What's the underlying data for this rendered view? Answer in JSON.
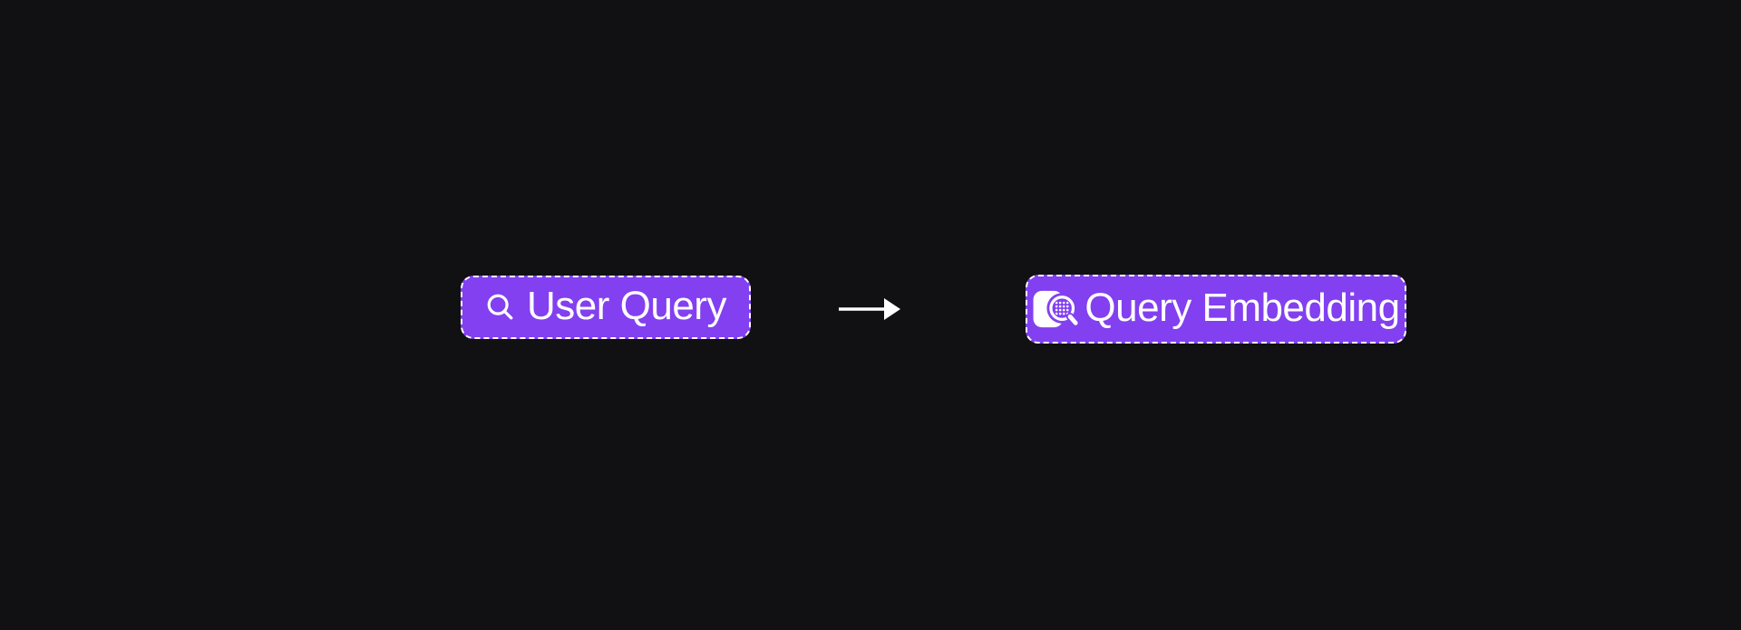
{
  "colors": {
    "canvas_bg": "#111113",
    "node_fill": "#8240f0",
    "node_border": "#ffffff",
    "text_color": "#ffffff",
    "arrow_color": "#ffffff"
  },
  "diagram": {
    "nodes": [
      {
        "id": "user-query",
        "label": "User Query",
        "icon": "search-icon"
      },
      {
        "id": "query-embedding",
        "label": "Query Embedding",
        "icon": "embedding-search-icon"
      }
    ],
    "connector": {
      "kind": "arrow",
      "direction": "right"
    }
  }
}
